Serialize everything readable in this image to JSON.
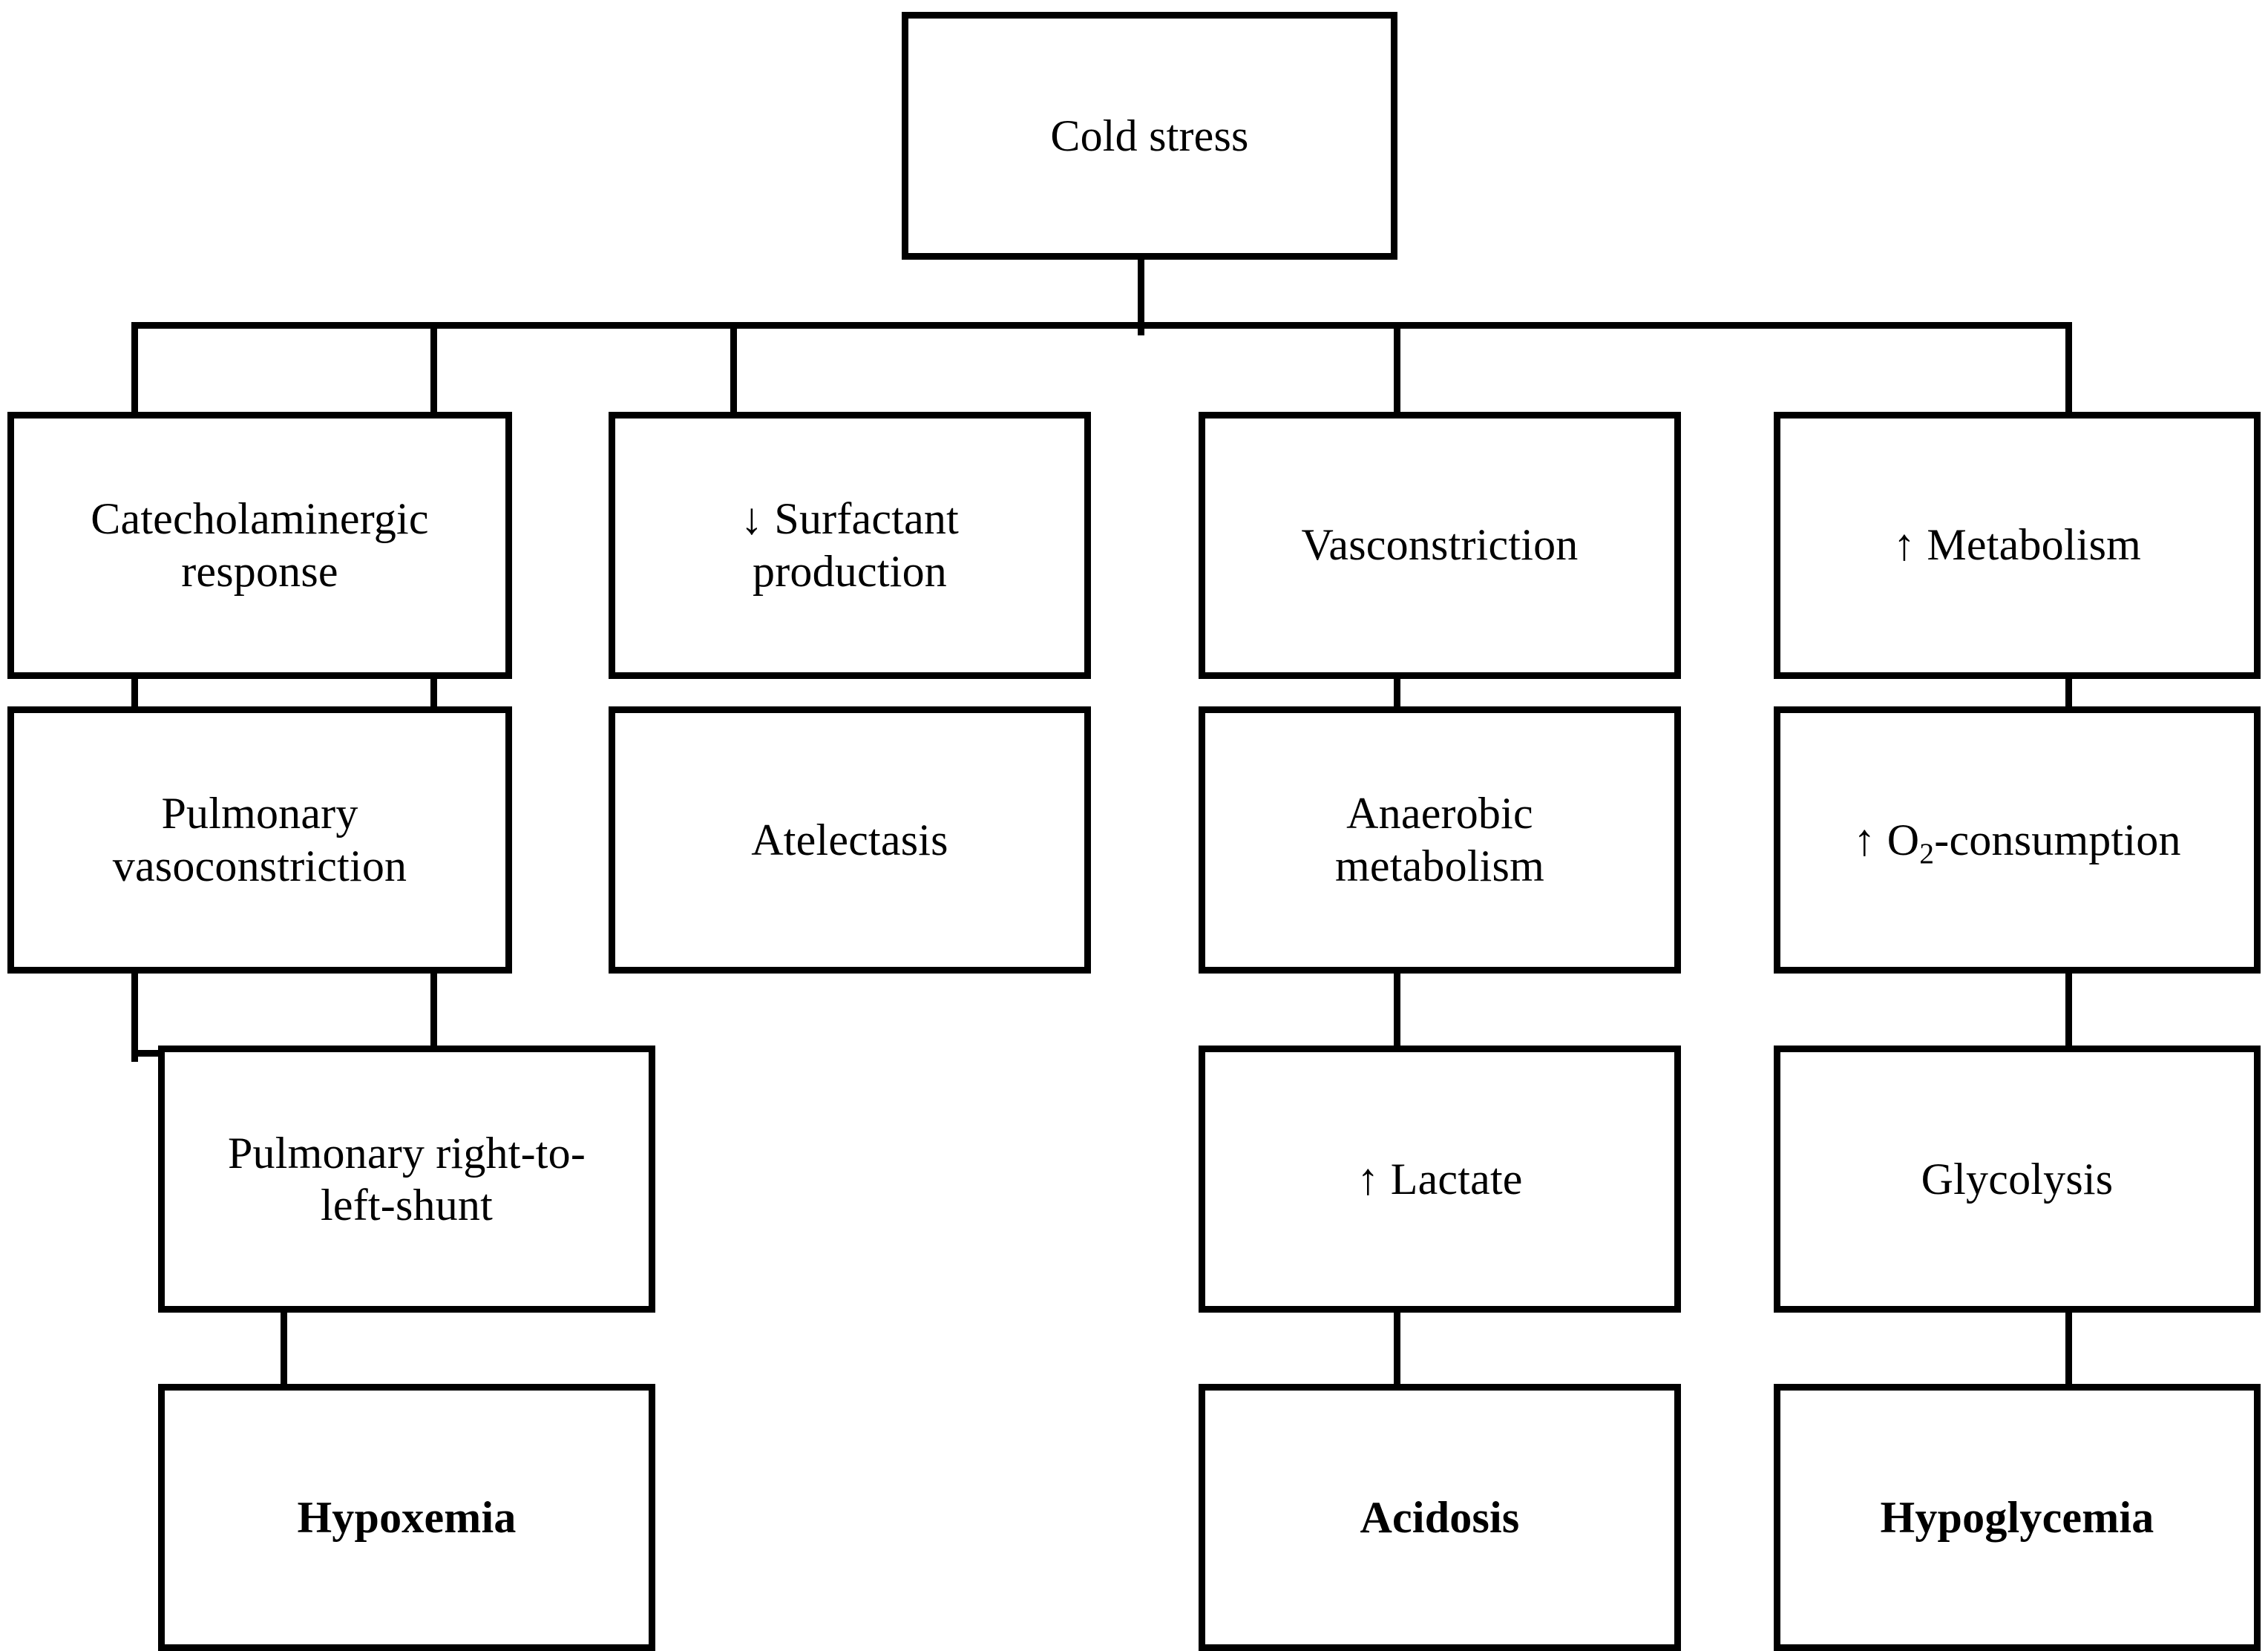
{
  "diagram": {
    "title": "Cold stress physiological cascade flowchart",
    "colors": {
      "stroke": "#000000",
      "fill": "#ffffff",
      "text": "#000000"
    },
    "arrows": {
      "up": "↑",
      "down": "↓"
    }
  },
  "nodes": {
    "cold_stress": "Cold stress",
    "catecholaminergic_response": "Catecholaminergic\nresponse",
    "surfactant_production": "↓ Surfactant\nproduction",
    "vasconstriction": "Vasconstriction",
    "metabolism": "↑ Metabolism",
    "pulmonary_vasoconstriction": "Pulmonary\nvasoconstriction",
    "atelectasis": "Atelectasis",
    "anaerobic_metabolism": "Anaerobic\nmetabolism",
    "o2_consumption_prefix": "↑ O",
    "o2_consumption_sub": "2",
    "o2_consumption_suffix": "-consumption",
    "pulmonary_shunt": "Pulmonary right-to-\nleft-shunt",
    "lactate": "↑ Lactate",
    "glycolysis": "Glycolysis",
    "hypoxemia": "Hypoxemia",
    "acidosis": "Acidosis",
    "hypoglycemia": "Hypoglycemia"
  },
  "chart_data": {
    "type": "diagram",
    "diagram_kind": "flowchart",
    "orientation": "top-down",
    "root": "Cold stress",
    "levels": [
      [
        "Cold stress"
      ],
      [
        "Catecholaminergic response",
        "↓ Surfactant production",
        "Vasconstriction",
        "↑ Metabolism"
      ],
      [
        "Pulmonary vasoconstriction",
        "Atelectasis",
        "Anaerobic metabolism",
        "↑ O2-consumption"
      ],
      [
        "Pulmonary right-to-left-shunt",
        "↑ Lactate",
        "Glycolysis"
      ],
      [
        "Hypoxemia",
        "Acidosis",
        "Hypoglycemia"
      ]
    ],
    "edges": [
      [
        "Cold stress",
        "Catecholaminergic response"
      ],
      [
        "Cold stress",
        "↓ Surfactant production"
      ],
      [
        "Cold stress",
        "Vasconstriction"
      ],
      [
        "Cold stress",
        "↑ Metabolism"
      ],
      [
        "Catecholaminergic response",
        "Pulmonary vasoconstriction"
      ],
      [
        "↓ Surfactant production",
        "Atelectasis"
      ],
      [
        "Vasconstriction",
        "Anaerobic metabolism"
      ],
      [
        "↑ Metabolism",
        "↑ O2-consumption"
      ],
      [
        "Pulmonary vasoconstriction",
        "Pulmonary right-to-left-shunt"
      ],
      [
        "Atelectasis",
        "Pulmonary right-to-left-shunt"
      ],
      [
        "Anaerobic metabolism",
        "↑ Lactate"
      ],
      [
        "↑ O2-consumption",
        "Glycolysis"
      ],
      [
        "Pulmonary right-to-left-shunt",
        "Hypoxemia"
      ],
      [
        "↑ Lactate",
        "Acidosis"
      ],
      [
        "Glycolysis",
        "Hypoglycemia"
      ]
    ],
    "terminal_outcomes": [
      "Hypoxemia",
      "Acidosis",
      "Hypoglycemia"
    ],
    "emphasis": "terminal outcome nodes rendered in bold"
  }
}
